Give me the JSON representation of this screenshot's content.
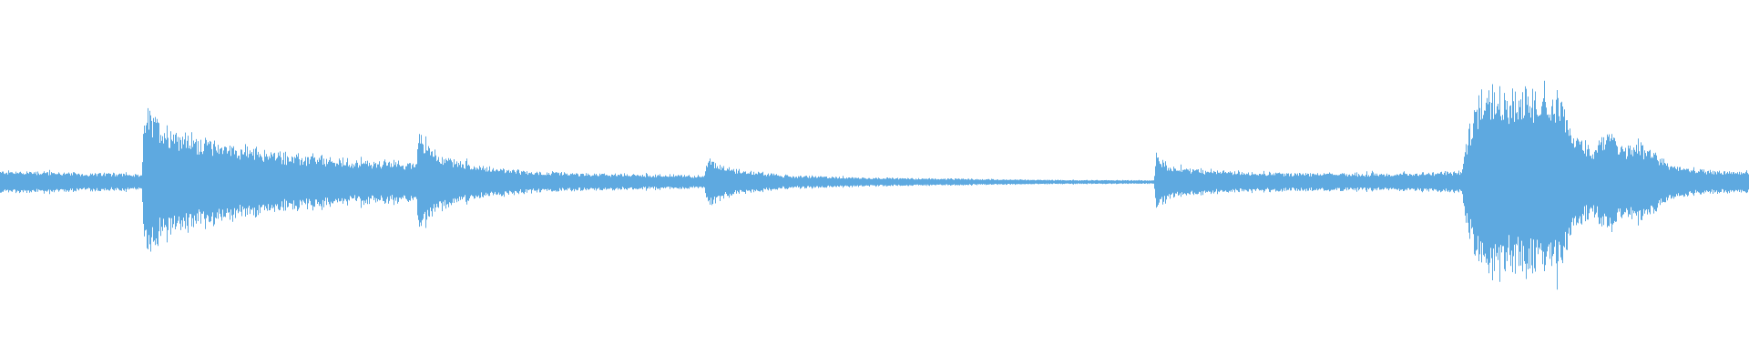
{
  "waveform": {
    "color": "#5ea9e0",
    "background": "#ffffff",
    "peak_envelope": [
      [
        0.0,
        0.05
      ],
      [
        0.02,
        0.05
      ],
      [
        0.05,
        0.04
      ],
      [
        0.07,
        0.04
      ],
      [
        0.081,
        0.03
      ],
      [
        0.082,
        0.34
      ],
      [
        0.09,
        0.28
      ],
      [
        0.11,
        0.21
      ],
      [
        0.14,
        0.16
      ],
      [
        0.17,
        0.12
      ],
      [
        0.2,
        0.1
      ],
      [
        0.238,
        0.09
      ],
      [
        0.239,
        0.24
      ],
      [
        0.25,
        0.13
      ],
      [
        0.27,
        0.08
      ],
      [
        0.3,
        0.05
      ],
      [
        0.33,
        0.04
      ],
      [
        0.403,
        0.03
      ],
      [
        0.404,
        0.11
      ],
      [
        0.42,
        0.06
      ],
      [
        0.45,
        0.03
      ],
      [
        0.5,
        0.02
      ],
      [
        0.55,
        0.015
      ],
      [
        0.6,
        0.01
      ],
      [
        0.66,
        0.008
      ],
      [
        0.661,
        0.13
      ],
      [
        0.67,
        0.07
      ],
      [
        0.7,
        0.05
      ],
      [
        0.75,
        0.04
      ],
      [
        0.8,
        0.04
      ],
      [
        0.836,
        0.05
      ],
      [
        0.838,
        0.16
      ],
      [
        0.845,
        0.4
      ],
      [
        0.853,
        0.48
      ],
      [
        0.86,
        0.41
      ],
      [
        0.87,
        0.4
      ],
      [
        0.88,
        0.44
      ],
      [
        0.893,
        0.4
      ],
      [
        0.9,
        0.21
      ],
      [
        0.91,
        0.15
      ],
      [
        0.918,
        0.23
      ],
      [
        0.925,
        0.19
      ],
      [
        0.932,
        0.16
      ],
      [
        0.937,
        0.2
      ],
      [
        0.945,
        0.14
      ],
      [
        0.955,
        0.08
      ],
      [
        0.97,
        0.06
      ],
      [
        0.985,
        0.05
      ],
      [
        1.0,
        0.05
      ]
    ]
  }
}
